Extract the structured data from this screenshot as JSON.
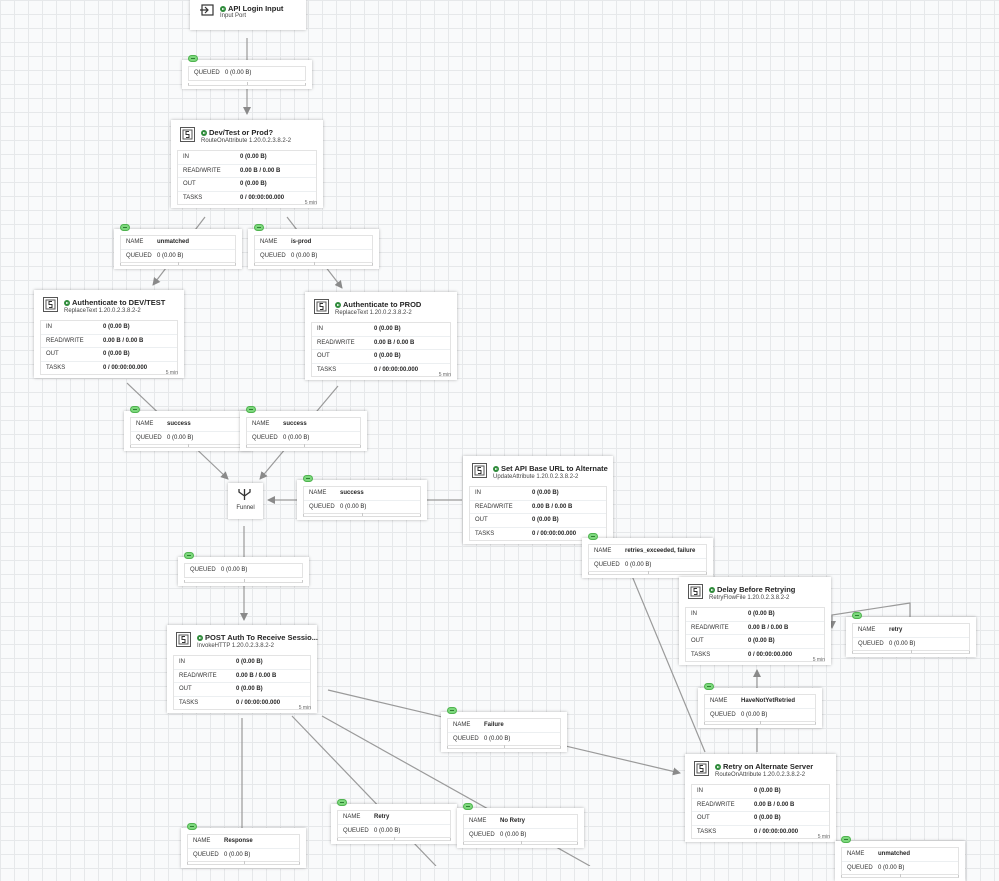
{
  "labels": {
    "in": "IN",
    "read_write": "READ/WRITE",
    "out": "OUT",
    "tasks": "TASKS",
    "name": "NAME",
    "queued": "QUEUED"
  },
  "input_port": {
    "title": "API Login Input",
    "type": "Input Port"
  },
  "funnel": {
    "label": "Funnel"
  },
  "processors": {
    "route": {
      "title": "Dev/Test or Prod?",
      "type": "RouteOnAttribute 1.20.0.2.3.8.2-2",
      "in": "0 (0.00 B)",
      "read_write": "0.00 B / 0.00 B",
      "out": "0 (0.00 B)",
      "tasks": "0 / 00:00:00.000",
      "footer": "5 min"
    },
    "auth_dev": {
      "title": "Authenticate to DEV/TEST",
      "type": "ReplaceText 1.20.0.2.3.8.2-2",
      "in": "0 (0.00 B)",
      "read_write": "0.00 B / 0.00 B",
      "out": "0 (0.00 B)",
      "tasks": "0 / 00:00:00.000",
      "footer": "5 min"
    },
    "auth_prod": {
      "title": "Authenticate to PROD",
      "type": "ReplaceText 1.20.0.2.3.8.2-2",
      "in": "0 (0.00 B)",
      "read_write": "0.00 B / 0.00 B",
      "out": "0 (0.00 B)",
      "tasks": "0 / 00:00:00.000",
      "footer": "5 min"
    },
    "set_api": {
      "title": "Set API Base URL to Alternate",
      "type": "UpdateAttribute 1.20.0.2.3.8.2-2",
      "in": "0 (0.00 B)",
      "read_write": "0.00 B / 0.00 B",
      "out": "0 (0.00 B)",
      "tasks": "0 / 00:00:00.000",
      "footer": ""
    },
    "delay": {
      "title": "Delay Before Retrying",
      "type": "RetryFlowFile 1.20.0.2.3.8.2-2",
      "in": "0 (0.00 B)",
      "read_write": "0.00 B / 0.00 B",
      "out": "0 (0.00 B)",
      "tasks": "0 / 00:00:00.000",
      "footer": "5 min"
    },
    "post_auth": {
      "title": "POST Auth To Receive Sessio...",
      "type": "InvokeHTTP 1.20.0.2.3.8.2-2",
      "in": "0 (0.00 B)",
      "read_write": "0.00 B / 0.00 B",
      "out": "0 (0.00 B)",
      "tasks": "0 / 00:00:00.000",
      "footer": "5 min"
    },
    "retry_alt": {
      "title": "Retry on Alternate Server",
      "type": "RouteOnAttribute 1.20.0.2.3.8.2-2",
      "in": "0 (0.00 B)",
      "read_write": "0.00 B / 0.00 B",
      "out": "0 (0.00 B)",
      "tasks": "0 / 00:00:00.000",
      "footer": "5 min"
    }
  },
  "connections": {
    "c_input": {
      "name": "",
      "queued": "0 (0.00 B)"
    },
    "c_unmatched": {
      "name": "unmatched",
      "queued": "0 (0.00 B)"
    },
    "c_isprod": {
      "name": "is-prod",
      "queued": "0 (0.00 B)"
    },
    "c_success1": {
      "name": "success",
      "queued": "0 (0.00 B)"
    },
    "c_success2": {
      "name": "success",
      "queued": "0 (0.00 B)"
    },
    "c_success3": {
      "name": "success",
      "queued": "0 (0.00 B)"
    },
    "c_funnel": {
      "name": "",
      "queued": "0 (0.00 B)"
    },
    "c_retries": {
      "name": "retries_exceeded, failure",
      "queued": "0 (0.00 B)"
    },
    "c_retry": {
      "name": "retry",
      "queued": "0 (0.00 B)"
    },
    "c_havenot": {
      "name": "HaveNotYetRetried",
      "queued": "0 (0.00 B)"
    },
    "c_failure": {
      "name": "Failure",
      "queued": "0 (0.00 B)"
    },
    "c_retry2": {
      "name": "Retry",
      "queued": "0 (0.00 B)"
    },
    "c_noretry": {
      "name": "No Retry",
      "queued": "0 (0.00 B)"
    },
    "c_response": {
      "name": "Response",
      "queued": "0 (0.00 B)"
    },
    "c_unmatched2": {
      "name": "unmatched",
      "queued": "0 (0.00 B)"
    }
  }
}
